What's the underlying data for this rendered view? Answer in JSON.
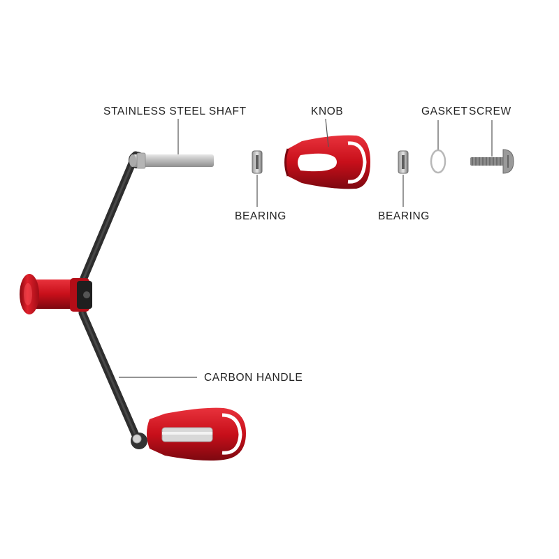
{
  "labels": {
    "shaft": "STAINLESS STEEL SHAFT",
    "knob": "KNOB",
    "gasket": "GASKET",
    "screw": "SCREW",
    "bearing_left": "BEARING",
    "bearing_right": "BEARING",
    "handle": "CARBON HANDLE"
  },
  "colors": {
    "knob_red": "#d0101c",
    "knob_dark": "#8a0a12",
    "carbon": "#3a3a3a",
    "steel": "#c8c8c8",
    "leader": "#555555"
  }
}
